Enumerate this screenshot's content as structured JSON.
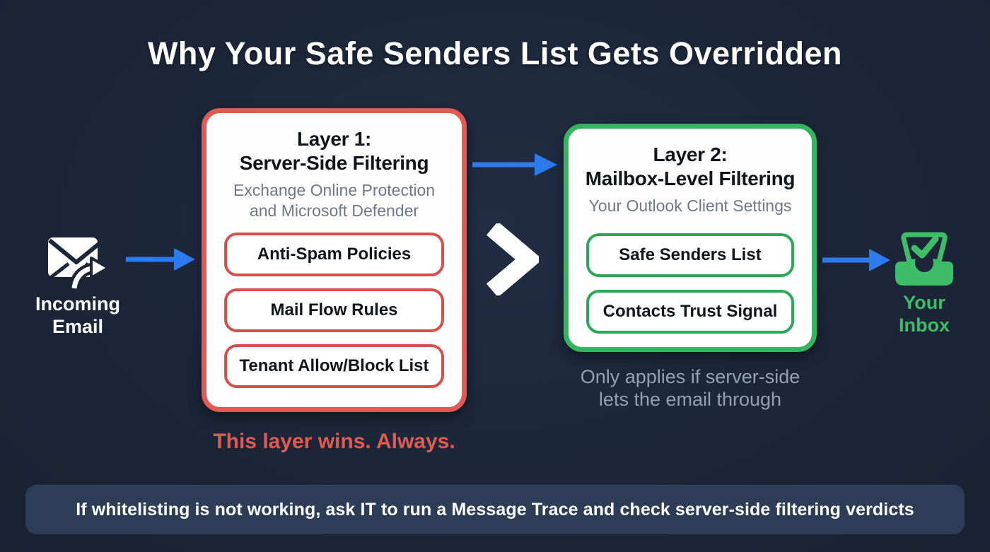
{
  "page": {
    "title": "Why Your Safe Senders List Gets Overridden",
    "footer_note": "If whitelisting is not working, ask IT to run a Message Trace and check server-side filtering verdicts",
    "background_color": "#1c2638",
    "footer_bar_color": "#2d3c57"
  },
  "flow": {
    "input": {
      "icon": "incoming-email-icon",
      "label_line1": "Incoming",
      "label_line2": "Email"
    },
    "output": {
      "icon": "inbox-check-icon",
      "label_line1": "Your",
      "label_line2": "Inbox",
      "color": "#3dbd67"
    },
    "comparator_symbol": ">",
    "arrow_color": "#2e7bf0"
  },
  "layer1": {
    "title_line1": "Layer 1:",
    "title_line2": "Server-Side Filtering",
    "subtitle_line1": "Exchange Online Protection",
    "subtitle_line2": "and Microsoft Defender",
    "items": [
      "Anti-Spam Policies",
      "Mail Flow Rules",
      "Tenant Allow/Block List"
    ],
    "caption": "This layer wins. Always.",
    "border_color": "#e25b52",
    "pill_border_color": "#d5504a"
  },
  "layer2": {
    "title_line1": "Layer 2:",
    "title_line2": "Mailbox-Level Filtering",
    "subtitle_line1": "Your Outlook Client Settings",
    "items": [
      "Safe Senders List",
      "Contacts Trust Signal"
    ],
    "caption_line1": "Only applies if server-side",
    "caption_line2": "lets the email through",
    "border_color": "#36b560",
    "pill_border_color": "#2aa757"
  }
}
